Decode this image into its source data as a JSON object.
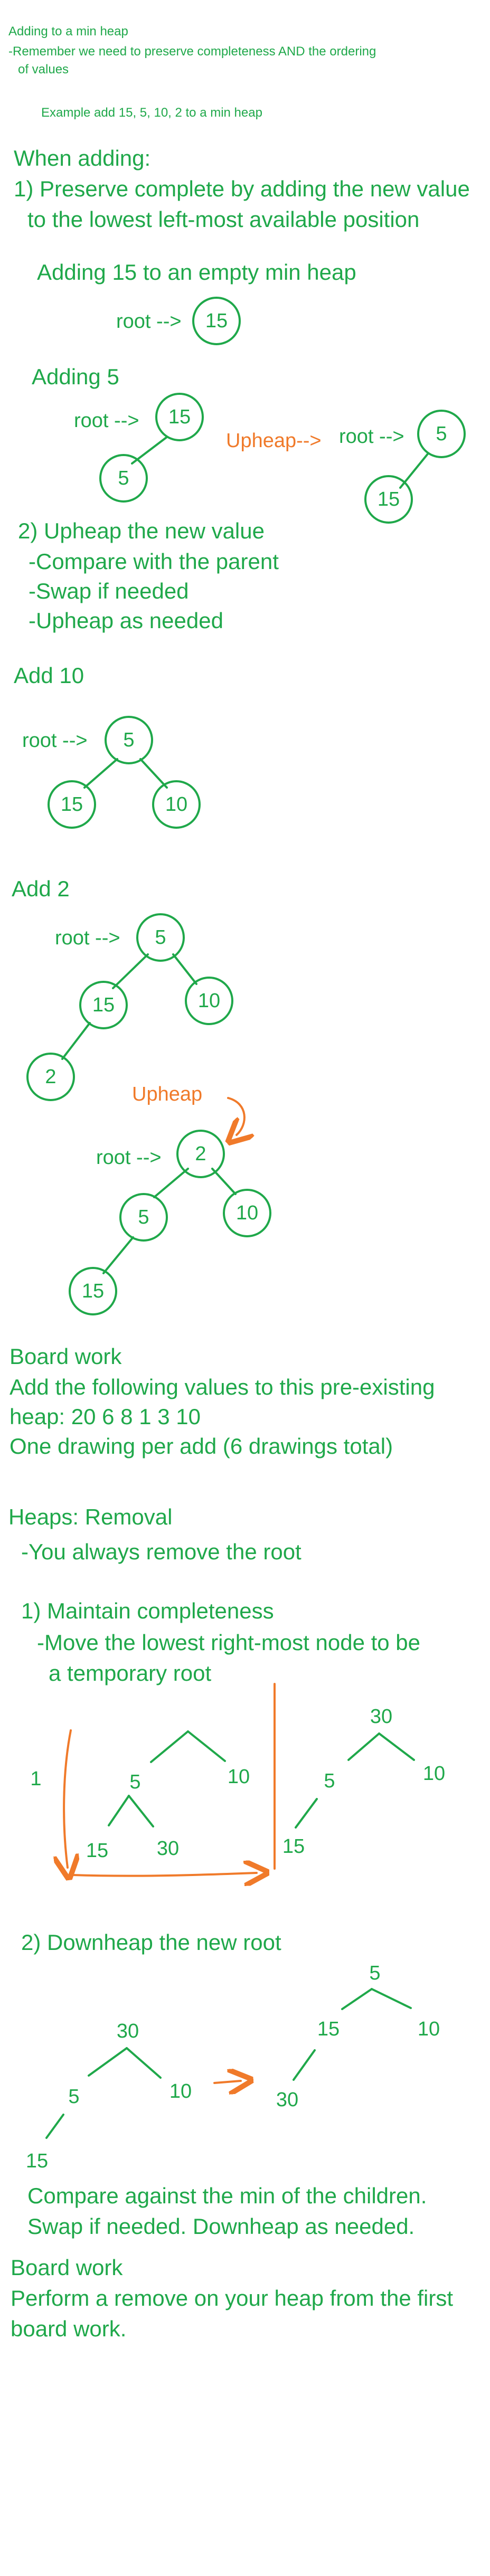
{
  "intro": {
    "title": "Adding to a min heap",
    "line1": "-Remember we need to preserve completeness AND the ordering",
    "line2": "of values",
    "example": "Example add 15, 5, 10, 2 to a min heap"
  },
  "adding": {
    "heading": "When adding:",
    "step1_line1": "1) Preserve complete by adding the new value",
    "step1_line2": "to the lowest left-most available position"
  },
  "add15": {
    "title": "Adding 15 to an empty min heap",
    "root_label": "root -->",
    "node": "15"
  },
  "add5": {
    "title": "Adding 5",
    "root_label": "root -->",
    "upheap_label": "Upheap-->",
    "after_root_label": "root -->",
    "before": {
      "root": "15",
      "left": "5"
    },
    "after": {
      "root": "5",
      "left": "15"
    }
  },
  "step2": {
    "line1": "2) Upheap the new value",
    "line2": "-Compare with the parent",
    "line3": "-Swap if needed",
    "line4": "-Upheap as needed"
  },
  "add10": {
    "title": "Add 10",
    "root_label": "root -->",
    "root": "5",
    "left": "15",
    "right": "10"
  },
  "add2": {
    "title": "Add 2",
    "root_label": "root -->",
    "before": {
      "root": "5",
      "left": "15",
      "right": "10",
      "leftleft": "2"
    },
    "upheap_label": "Upheap",
    "after_root_label": "root -->",
    "after": {
      "root": "2",
      "left": "5",
      "right": "10",
      "leftleft": "15"
    }
  },
  "boardwork1": {
    "title": "Board work",
    "line1": "Add the following values to this pre-existing",
    "line2": "heap: 20 6 8 1 3 10",
    "line3": "One drawing per add  (6 drawings total)"
  },
  "removal": {
    "heading": "Heaps: Removal",
    "line1": "-You always remove the root",
    "step1": "1) Maintain completeness",
    "step1_sub1": "-Move the lowest right-most node to be",
    "step1_sub2": "a temporary root",
    "marker": "1",
    "tree_before": {
      "root": "10",
      "left": "5",
      "leftleft": "15",
      "leftright": "30"
    },
    "tree_after": {
      "root": "30",
      "left": "5",
      "right": "10",
      "moved_leftleft": "15"
    },
    "step2": "2) Downheap the new root",
    "dh_before": {
      "root": "30",
      "left": "5",
      "right": "10",
      "leftleft": "15"
    },
    "dh_after": {
      "root": "5",
      "left": "15",
      "right": "10",
      "leftleft": "30"
    },
    "compare_line1": "Compare against the min of the children.",
    "compare_line2": "Swap if needed. Downheap as needed."
  },
  "boardwork2": {
    "title": "Board work",
    "line1": "Perform a remove on your heap from the first",
    "line2": "board work."
  },
  "colors": {
    "ink": "#1fa84a",
    "accent": "#f07a2a"
  }
}
